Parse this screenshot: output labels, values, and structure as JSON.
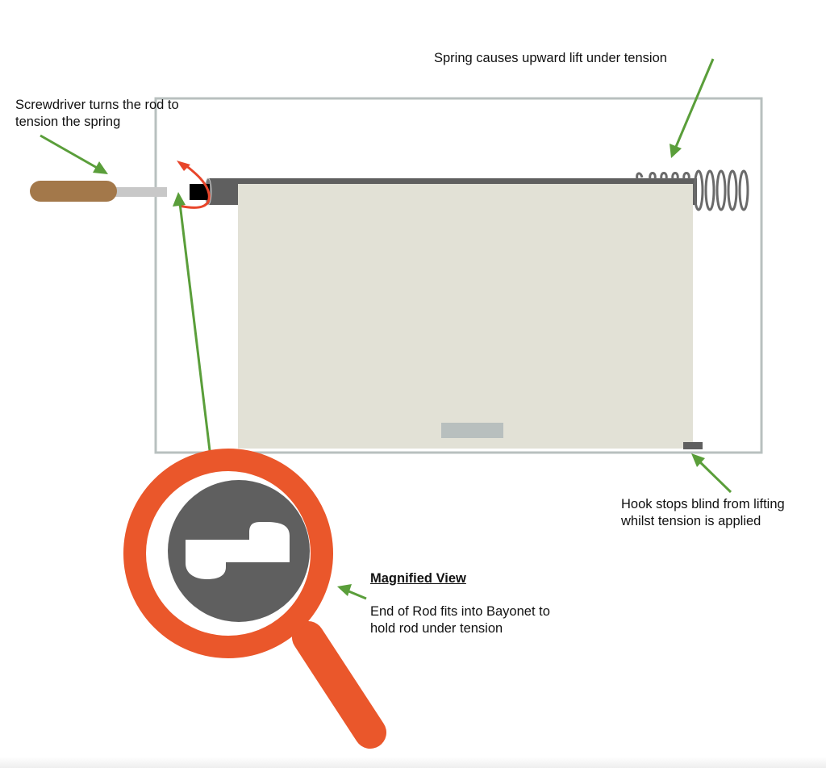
{
  "annotations": {
    "screwdriver": {
      "line1": "Screwdriver turns the rod to",
      "line2": "tension the spring"
    },
    "spring": {
      "text": "Spring causes upward lift under tension"
    },
    "hook": {
      "line1": "Hook stops blind from lifting",
      "line2": "whilst tension is applied"
    },
    "magnified": {
      "title": "Magnified View",
      "line1": "End of Rod fits into Bayonet to",
      "line2": "hold rod under tension"
    }
  },
  "colors": {
    "frame": "#b8c0bf",
    "blind": "#e2e1d6",
    "rod": "#5f5f5f",
    "rod_end": "#000000",
    "handle": "#a3784a",
    "shaft": "#c8c8c8",
    "arrow_green": "#5a9e3a",
    "arrow_red": "#e8452a",
    "magnifier": "#ea572b",
    "bayonet_disc": "#5f5f5f",
    "weight_bar": "#b8bfbe",
    "hook": "#5f5f5f"
  },
  "icons": {
    "magnifier": "magnifying-glass-icon",
    "bayonet": "bayonet-slot-icon",
    "spring": "coil-spring-icon",
    "screwdriver": "screwdriver-icon",
    "rotation": "rotation-arrow-icon"
  }
}
